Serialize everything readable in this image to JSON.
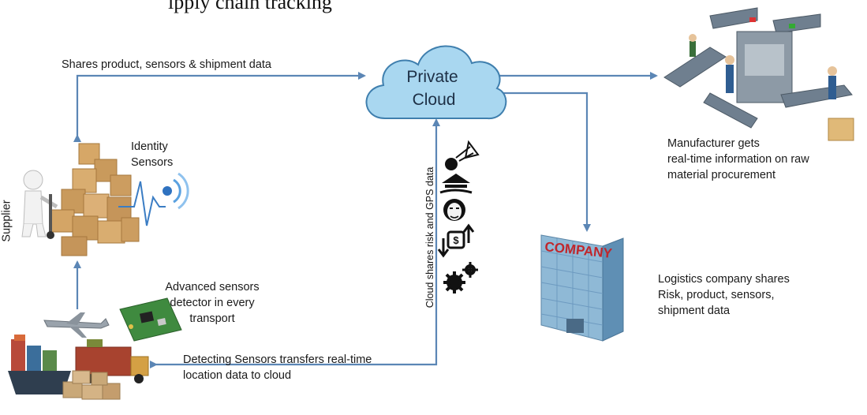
{
  "title_fragment": "ipply chain tracking",
  "cloud": {
    "line1": "Private",
    "line2": "Cloud"
  },
  "labels": {
    "shares_data": "Shares  product, sensors & shipment data",
    "identity_sensors_1": "Identity",
    "identity_sensors_2": "Sensors",
    "supplier": "Supplier",
    "manufacturer_1": "Manufacturer gets",
    "manufacturer_2": "real-time information on raw",
    "manufacturer_3": "material procurement",
    "advanced_1": "Advanced sensors",
    "advanced_2": "detector in every",
    "advanced_3": "transport",
    "detecting_1": "Detecting Sensors transfers real-time",
    "detecting_2": "location data to cloud",
    "cloud_shares": "Cloud shares risk and GPS data",
    "logistics_1": "Logistics company shares",
    "logistics_2": "Risk, product, sensors,",
    "logistics_3": "shipment data",
    "company_sign": "COMPANY"
  },
  "colors": {
    "arrow": "#5b86b5",
    "cloud_fill": "#a9d7f0",
    "cloud_stroke": "#3f7fae",
    "box": "#c99a5c",
    "building_glass": "#8fb9d6",
    "company_sign": "#c0262b"
  },
  "icons": [
    "meteor-icon",
    "landmark-icon",
    "anonymous-mask-icon",
    "money-exchange-icon",
    "gears-icon",
    "wifi-signal-icon",
    "airplane-icon",
    "circuit-board-icon"
  ]
}
